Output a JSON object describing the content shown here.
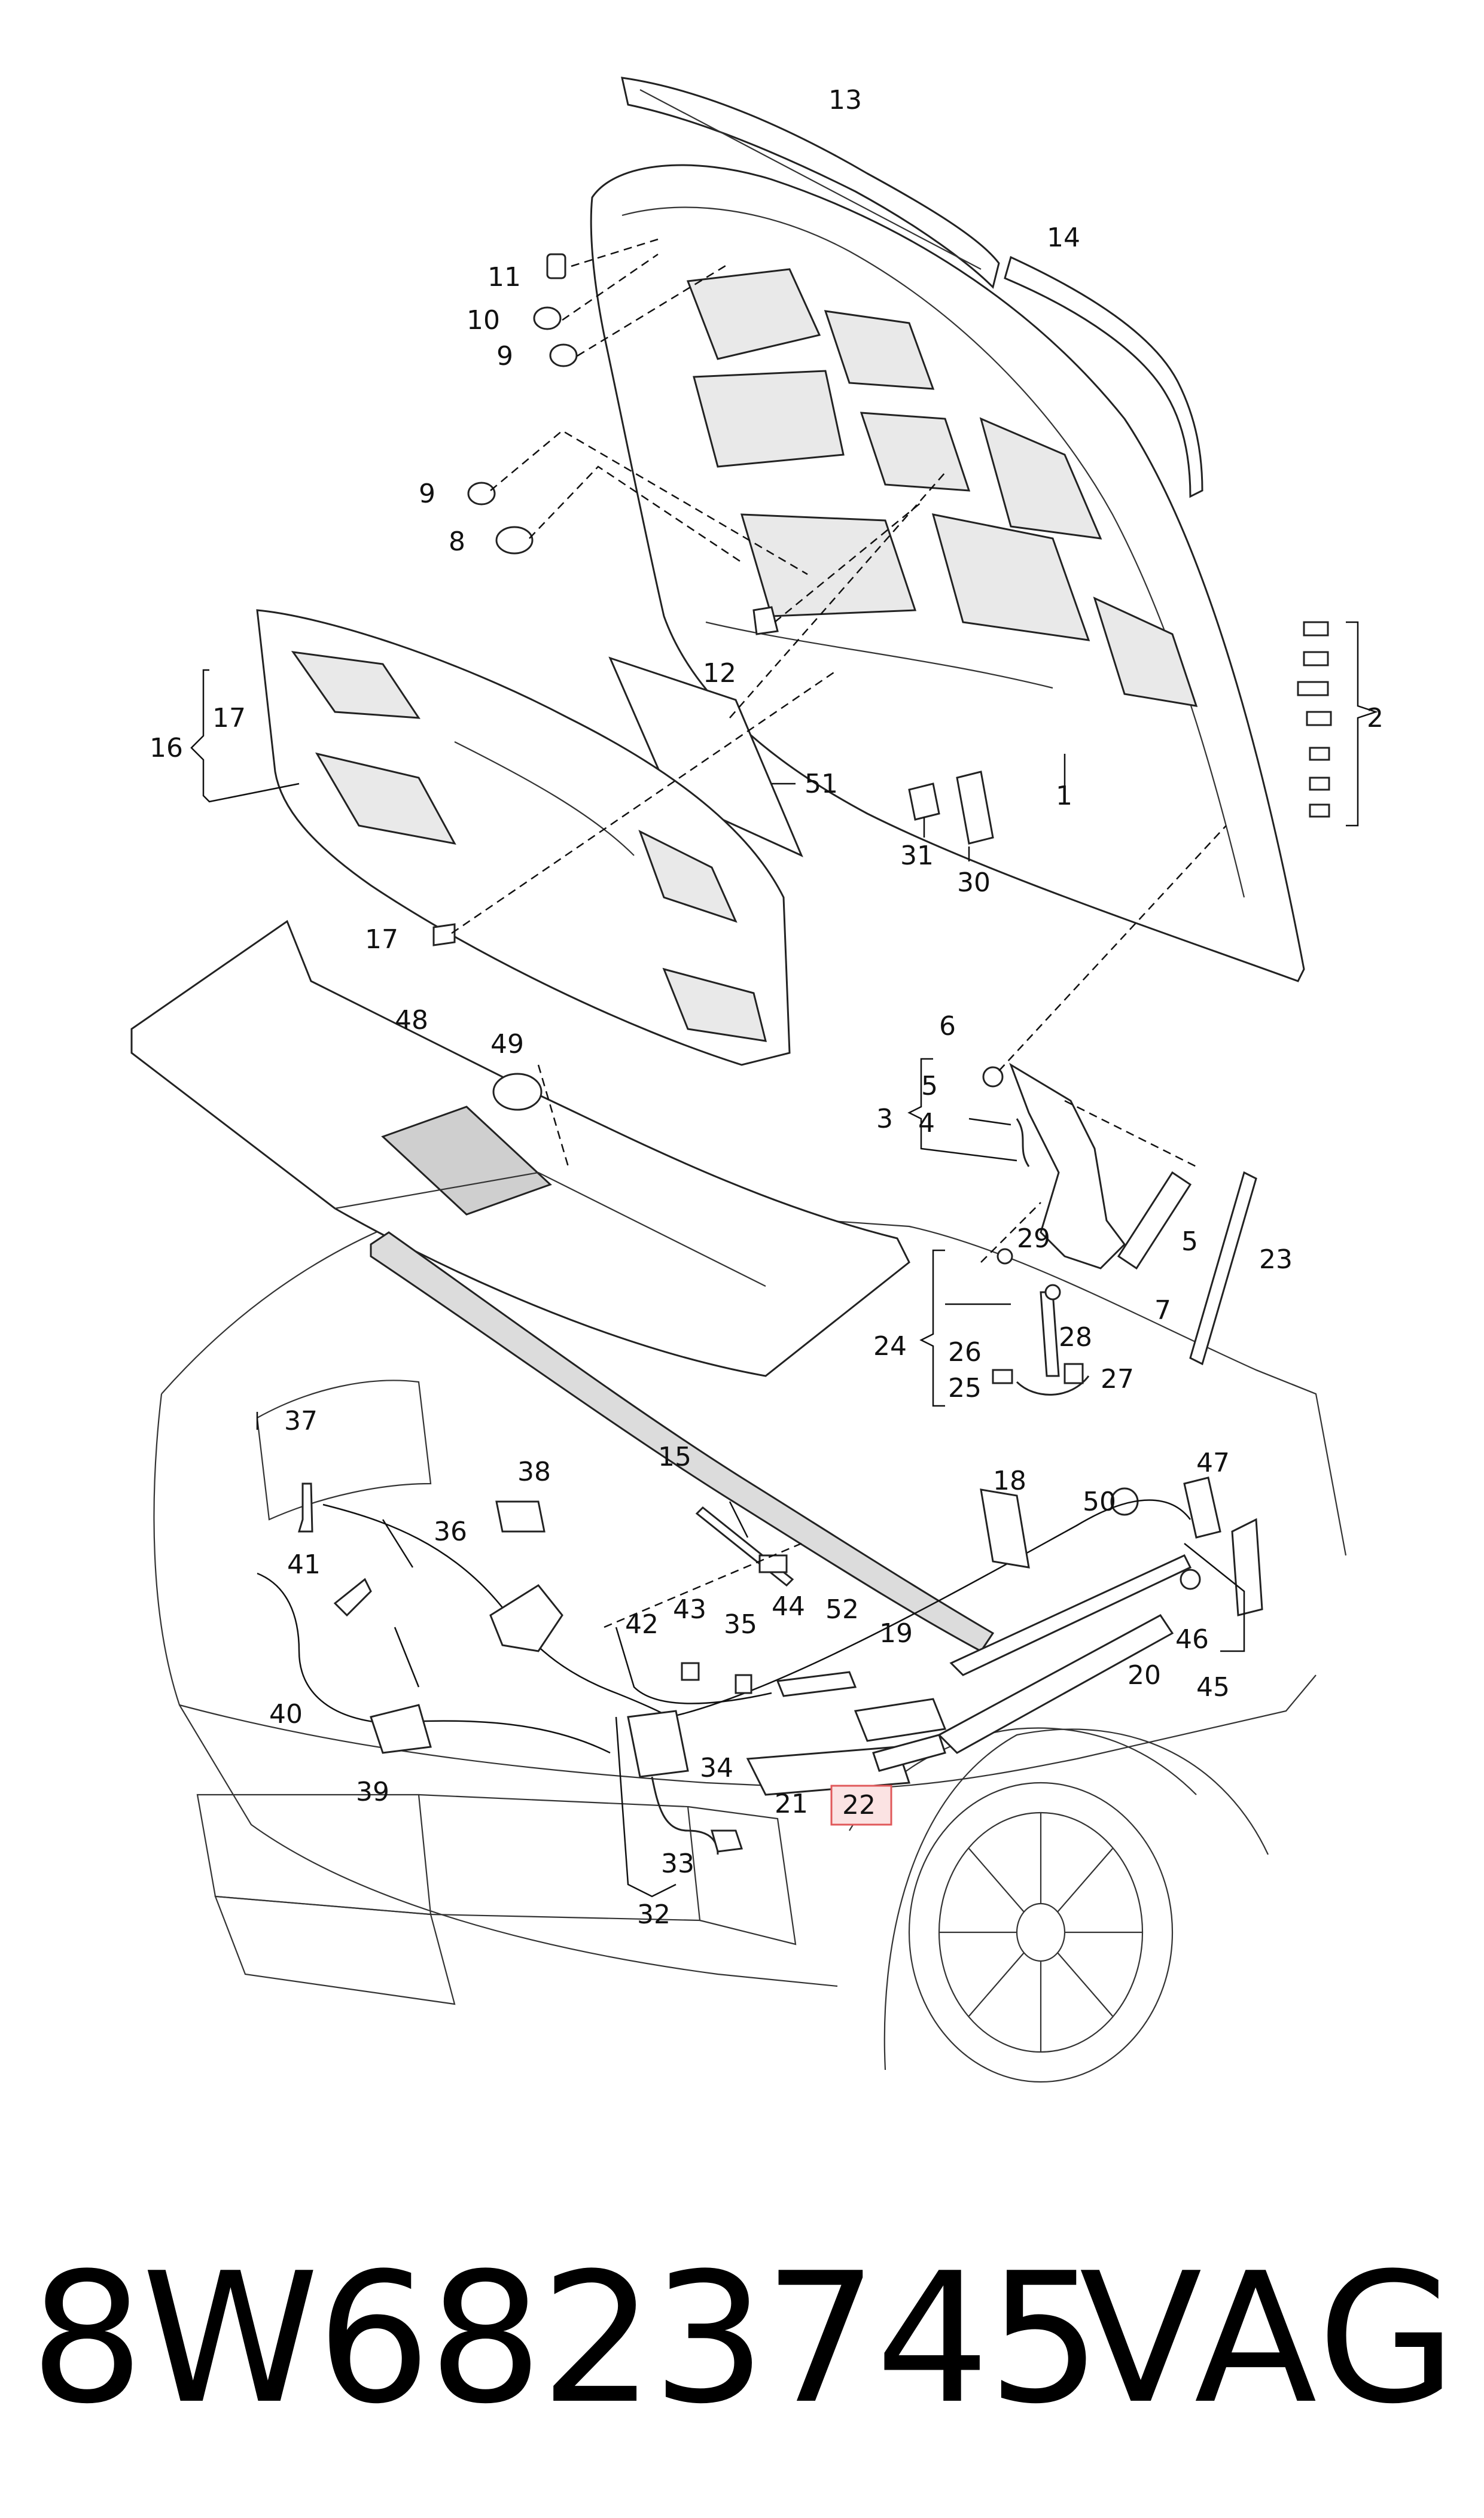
{
  "diagram": {
    "callouts": {
      "c1": "1",
      "c2": "2",
      "c3": "3",
      "c4": "4",
      "c5a": "5",
      "c5b": "5",
      "c6": "6",
      "c7": "7",
      "c8": "8",
      "c9a": "9",
      "c9b": "9",
      "c10": "10",
      "c11": "11",
      "c12": "12",
      "c13": "13",
      "c14": "14",
      "c15": "15",
      "c16": "16",
      "c17a": "17",
      "c17b": "17",
      "c18": "18",
      "c19": "19",
      "c20": "20",
      "c21": "21",
      "c22": "22",
      "c23": "23",
      "c24": "24",
      "c25": "25",
      "c26": "26",
      "c27": "27",
      "c28": "28",
      "c29": "29",
      "c30": "30",
      "c31": "31",
      "c32": "32",
      "c33": "33",
      "c34": "34",
      "c35": "35",
      "c36": "36",
      "c37": "37",
      "c38": "38",
      "c39": "39",
      "c40": "40",
      "c41": "41",
      "c42": "42",
      "c43": "43",
      "c44": "44",
      "c45": "45",
      "c46": "46",
      "c47": "47",
      "c48": "48",
      "c49": "49",
      "c50": "50",
      "c51": "51",
      "c52": "52"
    },
    "highlight_color": "#e0585a"
  },
  "footer": {
    "part_number": "8W6823745",
    "brand": "VAG"
  }
}
